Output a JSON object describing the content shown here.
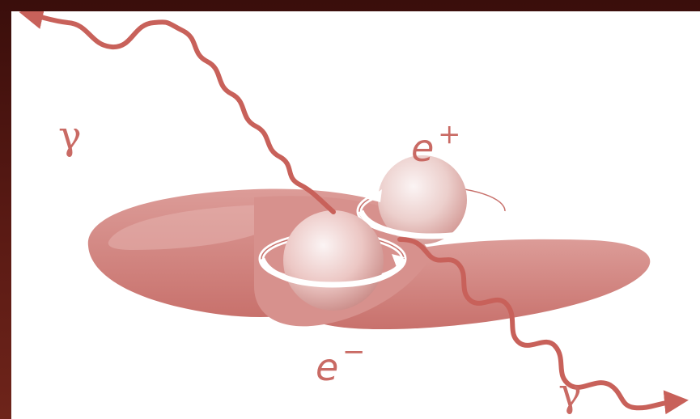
{
  "labels": {
    "gamma_incoming": "γ",
    "gamma_outgoing": "γ",
    "positron_base": "e",
    "positron_sign": "+",
    "electron_base": "e",
    "electron_sign": "−"
  },
  "colors": {
    "background_frame": "#4a1410",
    "panel": "#ffffff",
    "photon": "#c8615a",
    "disk": "#d58c88",
    "disk_dark": "#c9716c",
    "sphere_highlight": "#f8eeee",
    "sphere_shadow": "#d8a09c",
    "label": "#c96a64"
  },
  "icons": {
    "incoming_photon": "wavy-arrow-icon",
    "outgoing_photon": "wavy-arrow-icon"
  }
}
